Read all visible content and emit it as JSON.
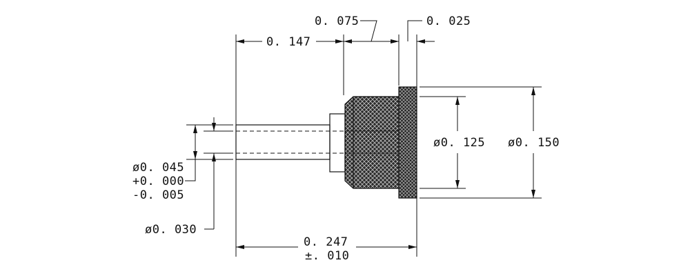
{
  "dimensions": {
    "insertion_length": "0. 147",
    "knurl_length": "0. 075",
    "flange_thickness": "0. 025",
    "knurl_diameter": "ø0. 125",
    "flange_diameter": "ø0. 150",
    "pin_diameter": "ø0. 045",
    "pin_tol_plus": "+0. 000",
    "pin_tol_minus": "-0. 005",
    "bore_diameter": "ø0. 030",
    "overall_length": "0. 247",
    "overall_tol": "±. 010"
  }
}
